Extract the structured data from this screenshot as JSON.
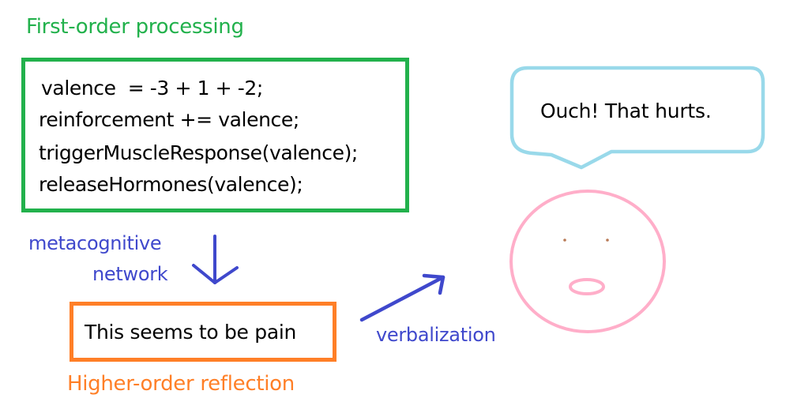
{
  "first_order": {
    "title": "First-order processing",
    "code_lines": [
      "valence  = -3 + 1 + -2;",
      "reinforcement += valence;",
      "triggerMuscleResponse(valence);",
      "releaseHormones(valence);"
    ],
    "color": "#22b14c"
  },
  "metacognitive": {
    "line1": "metacognitive",
    "line2": "network",
    "arrow_icon": "arrow-down-icon",
    "color": "#3f48cc"
  },
  "higher_order": {
    "box_text": "This seems to be pain",
    "title": "Higher-order reflection",
    "color": "#ff7f27"
  },
  "verbalization": {
    "label": "verbalization",
    "arrow_icon": "arrow-up-right-icon",
    "color": "#3f48cc"
  },
  "speech": {
    "text": "Ouch! That hurts.",
    "bubble_color": "#99d9ea"
  },
  "face": {
    "outline_color": "#ffaec9",
    "eye_color": "#b97a57",
    "expression": "surprised"
  }
}
